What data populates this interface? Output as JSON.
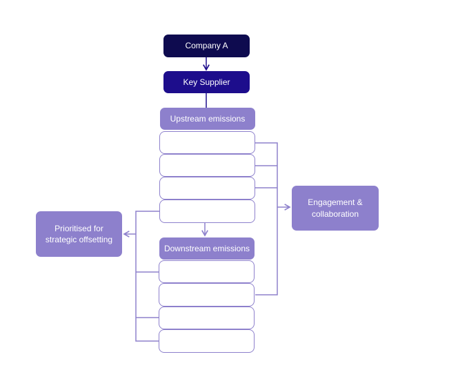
{
  "diagram": {
    "nodes": {
      "company_a": "Company A",
      "key_supplier": "Key Supplier",
      "upstream": "Upstream emissions",
      "downstream": "Downstream emissions",
      "engagement": "Engagement & collaboration",
      "offsetting": "Prioritised for strategic offsetting"
    },
    "colors": {
      "dark": "#0e0b4f",
      "navy": "#1d0d8c",
      "lavender": "#8d80cc"
    }
  }
}
